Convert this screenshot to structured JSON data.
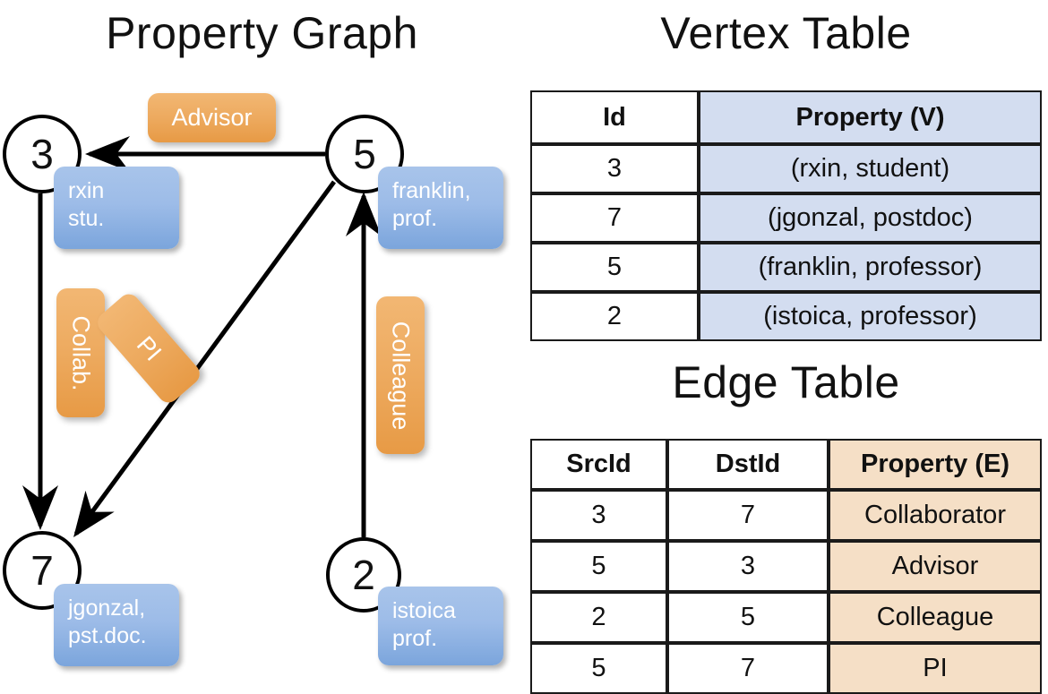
{
  "titles": {
    "property_graph": "Property Graph",
    "vertex_table": "Vertex Table",
    "edge_table": "Edge Table"
  },
  "colors": {
    "vertex_property_fill": "#d3ddf0",
    "edge_property_fill": "#f5dfc6",
    "vertex_callout_blue": "#9dbce8",
    "edge_callout_orange": "#edaa5f",
    "stroke": "#000000",
    "background": "#ffffff"
  },
  "graph": {
    "nodes": [
      {
        "id": "3",
        "label": "3",
        "property_line1": "rxin",
        "property_line2": "stu."
      },
      {
        "id": "5",
        "label": "5",
        "property_line1": "franklin,",
        "property_line2": "prof."
      },
      {
        "id": "7",
        "label": "7",
        "property_line1": "jgonzal,",
        "property_line2": "pst.doc."
      },
      {
        "id": "2",
        "label": "2",
        "property_line1": "istoica",
        "property_line2": "prof."
      }
    ],
    "edge_labels": [
      {
        "name": "advisor",
        "text": "Advisor",
        "orientation": "horizontal"
      },
      {
        "name": "collab",
        "text": "Collab.",
        "orientation": "vertical"
      },
      {
        "name": "pi",
        "text": "PI",
        "orientation": "diagonal"
      },
      {
        "name": "colleague",
        "text": "Colleague",
        "orientation": "vertical"
      }
    ],
    "edges": [
      {
        "from": "3",
        "to": "7",
        "label": "Collab."
      },
      {
        "from": "5",
        "to": "3",
        "label": "Advisor"
      },
      {
        "from": "2",
        "to": "5",
        "label": "Colleague"
      },
      {
        "from": "5",
        "to": "7",
        "label": "PI"
      }
    ]
  },
  "vertex_table": {
    "title": "Vertex Table",
    "headers": [
      "Id",
      "Property (V)"
    ],
    "rows": [
      [
        "3",
        "(rxin, student)"
      ],
      [
        "7",
        "(jgonzal, postdoc)"
      ],
      [
        "5",
        "(franklin, professor)"
      ],
      [
        "2",
        "(istoica, professor)"
      ]
    ]
  },
  "edge_table": {
    "title": "Edge Table",
    "headers": [
      "SrcId",
      "DstId",
      "Property (E)"
    ],
    "rows": [
      [
        "3",
        "7",
        "Collaborator"
      ],
      [
        "5",
        "3",
        "Advisor"
      ],
      [
        "2",
        "5",
        "Colleague"
      ],
      [
        "5",
        "7",
        "PI"
      ]
    ]
  }
}
